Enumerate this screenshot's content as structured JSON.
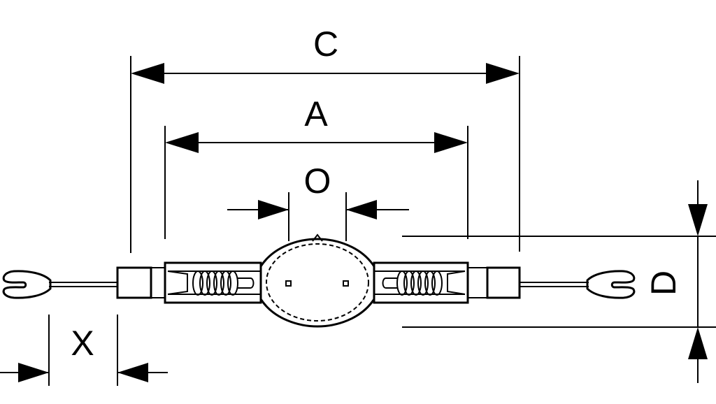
{
  "diagram": {
    "labels": {
      "c": "C",
      "a": "A",
      "o": "O",
      "d": "D",
      "x": "X"
    }
  },
  "colors": {
    "line": "#000000",
    "background": "#ffffff"
  }
}
